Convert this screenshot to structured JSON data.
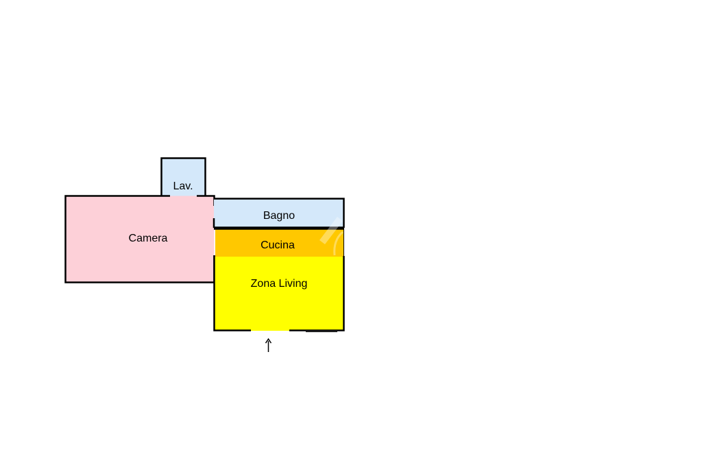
{
  "colors": {
    "camera": "#fdd0d8",
    "lavanderia": "#d4e8fa",
    "bagno": "#d4e8fa",
    "cucina": "#ffc800",
    "living": "#ffff00",
    "walls": "#000000",
    "background": "#ffffff"
  },
  "rooms": {
    "camera": "Camera",
    "lavanderia": "Lav.",
    "bagno": "Bagno",
    "cucina": "Cucina",
    "living": "Zona Living"
  },
  "entrance_symbol": "↑",
  "icons": {
    "entrance": "arrow-up-icon"
  }
}
